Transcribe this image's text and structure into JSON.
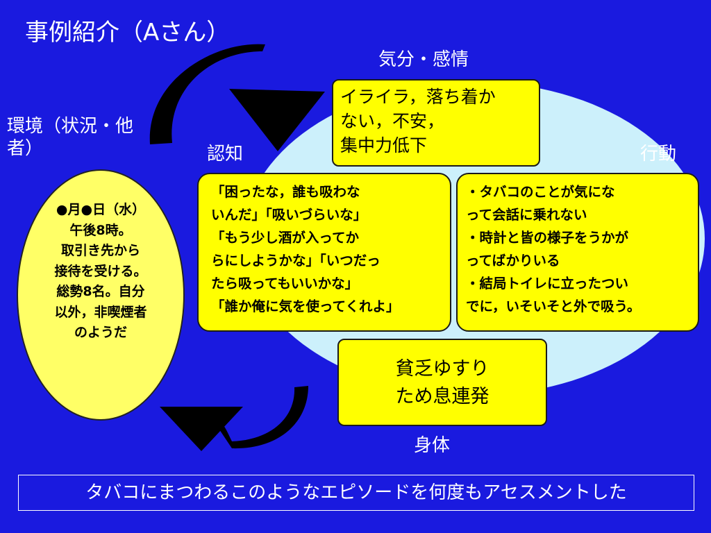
{
  "title": "事例紹介（Aさん）",
  "labels": {
    "mood": "気分・感情",
    "environment": "環境（状況・他\n者）",
    "cognition": "認知",
    "behavior": "行動",
    "body": "身体"
  },
  "environment_box": "●月●日（水）\n午後8時。\n取引き先から\n接待を受ける。\n総勢8名。自分\n以外，非喫煙者\nのようだ",
  "mood_box": "イライラ，落ち着か\nない，不安，\n集中力低下",
  "cognition_box": "「困ったな，誰も吸わな\nいんだ」「吸いづらいな」\n「もう少し酒が入ってか\nらにしようかな」「いつだっ\nたら吸ってもいいかな」\n「誰か俺に気を使ってくれよ」",
  "behavior_box": "・タバコのことが気にな\nって会話に乗れない\n・時計と皆の様子をうかが\nってばかりいる\n・結局トイレに立ったつい\nでに，いそいそと外で吸う。",
  "body_box": "貧乏ゆすり\nため息連発",
  "summary": "タバコにまつわるこのようなエピソードを何度もアセスメントした",
  "colors": {
    "background": "#1a1adf",
    "box_fill": "#ffff00",
    "environment_fill": "#ffff66",
    "center_ellipse": "#ccf0fb",
    "arrow": "#000000"
  },
  "icons": [
    "curved-arrow-top",
    "curved-arrow-bottom"
  ]
}
